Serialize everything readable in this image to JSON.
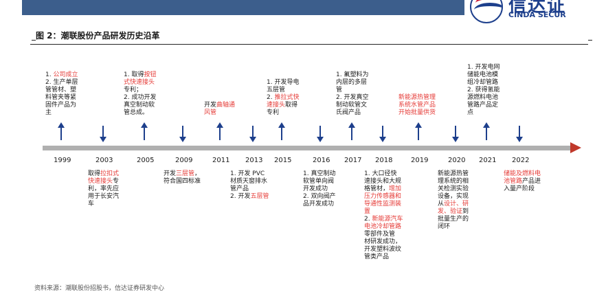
{
  "header": {
    "logo_cn": "信达证",
    "logo_en": "CINDA SECUR"
  },
  "figure": {
    "title": "图 2：潮联股份产品研发历史沿革",
    "source": "资料来源：潮联股份招股书，信达证券研发中心"
  },
  "timeline": {
    "years": [
      "1999",
      "2003",
      "2005",
      "2009",
      "2011",
      "2013",
      "2015",
      "2016",
      "2017",
      "2018",
      "2019",
      "2020",
      "2021",
      "2022"
    ]
  },
  "events_top": [
    {
      "year": "1999",
      "lines": [
        [
          {
            "t": "1. "
          },
          {
            "t": "公司成立",
            "red": true
          }
        ],
        [
          {
            "t": "2. 生产单层"
          }
        ],
        [
          {
            "t": "管管材、塑"
          }
        ],
        [
          {
            "t": "料管夹等紧"
          }
        ],
        [
          {
            "t": "固件产品为"
          }
        ],
        [
          {
            "t": "主"
          }
        ]
      ]
    },
    {
      "year": "2005",
      "lines": [
        [
          {
            "t": "1. 取得"
          },
          {
            "t": "按钮",
            "red": true
          }
        ],
        [
          {
            "t": "式快速接头",
            "red": true
          }
        ],
        [
          {
            "t": "专利；"
          }
        ],
        [
          {
            "t": "2. 成功开发"
          }
        ],
        [
          {
            "t": "真空制动软"
          }
        ],
        [
          {
            "t": "管总成。"
          }
        ]
      ]
    },
    {
      "year": "2011",
      "lines": [
        [
          {
            "t": "开发"
          },
          {
            "t": "曲轴通",
            "red": true
          }
        ],
        [
          {
            "t": "风管",
            "red": true
          }
        ]
      ]
    },
    {
      "year": "2015",
      "lines": [
        [
          {
            "t": "1. 开发导电"
          }
        ],
        [
          {
            "t": "五层管"
          }
        ],
        [
          {
            "t": "2. "
          },
          {
            "t": "推拉式快",
            "red": true
          }
        ],
        [
          {
            "t": "速接头",
            "red": true
          },
          {
            "t": "取得"
          }
        ],
        [
          {
            "t": "专利"
          }
        ]
      ]
    },
    {
      "year": "2017",
      "lines": [
        [
          {
            "t": "1. 氟塑料为"
          }
        ],
        [
          {
            "t": "内层的多层"
          }
        ],
        [
          {
            "t": "管"
          }
        ],
        [
          {
            "t": "2. 开发真空"
          }
        ],
        [
          {
            "t": "制动软管文"
          }
        ],
        [
          {
            "t": "氏阀产品"
          }
        ]
      ]
    },
    {
      "year": "2019",
      "lines": [
        [
          {
            "t": "新能源热管理",
            "red": true
          }
        ],
        [
          {
            "t": "系统水管产品",
            "red": true
          }
        ],
        [
          {
            "t": "开始批量供货",
            "red": true
          }
        ]
      ]
    },
    {
      "year": "2021",
      "lines": [
        [
          {
            "t": "1. 开发电网"
          }
        ],
        [
          {
            "t": "储能电池模"
          }
        ],
        [
          {
            "t": "组冷却管路"
          }
        ],
        [
          {
            "t": "2. 获得氢能"
          }
        ],
        [
          {
            "t": "源燃料电池"
          }
        ],
        [
          {
            "t": "管路产品定"
          }
        ],
        [
          {
            "t": "点"
          }
        ]
      ]
    }
  ],
  "events_bottom": [
    {
      "year": "2003",
      "lines": [
        [
          {
            "t": "取得"
          },
          {
            "t": "拉扣式",
            "red": true
          }
        ],
        [
          {
            "t": "快速接头",
            "red": true
          },
          {
            "t": "专"
          }
        ],
        [
          {
            "t": "利，率先应"
          }
        ],
        [
          {
            "t": "用于长安汽"
          }
        ],
        [
          {
            "t": "车"
          }
        ]
      ]
    },
    {
      "year": "2009",
      "lines": [
        [
          {
            "t": "开发"
          },
          {
            "t": "三层管",
            "red": true
          },
          {
            "t": "，"
          }
        ],
        [
          {
            "t": "符合国四标准"
          }
        ]
      ]
    },
    {
      "year": "2013",
      "lines": [
        [
          {
            "t": "1. 开发 PVC"
          }
        ],
        [
          {
            "t": "材质天窗排水"
          }
        ],
        [
          {
            "t": "管产品"
          }
        ],
        [
          {
            "t": "2. 开发"
          },
          {
            "t": "五层管",
            "red": true
          }
        ]
      ]
    },
    {
      "year": "2016",
      "lines": [
        [
          {
            "t": "1. 真空制动"
          }
        ],
        [
          {
            "t": "软管单向阀"
          }
        ],
        [
          {
            "t": "开发成功"
          }
        ],
        [
          {
            "t": "2. 双向阀产"
          }
        ],
        [
          {
            "t": "品开发成功"
          }
        ]
      ]
    },
    {
      "year": "2018",
      "lines": [
        [
          {
            "t": "1. 大口径快"
          }
        ],
        [
          {
            "t": "速接头和大规"
          }
        ],
        [
          {
            "t": "格管材，"
          },
          {
            "t": "增加",
            "red": true
          }
        ],
        [
          {
            "t": "压力传感器和",
            "red": true
          }
        ],
        [
          {
            "t": "导通性监测装",
            "red": true
          }
        ],
        [
          {
            "t": "置",
            "red": true
          }
        ],
        [
          {
            "t": "2. "
          },
          {
            "t": "新能源汽车",
            "red": true
          }
        ],
        [
          {
            "t": "电池冷却管路",
            "red": true
          }
        ],
        [
          {
            "t": "零部件及管"
          }
        ],
        [
          {
            "t": "材研发成功，"
          }
        ],
        [
          {
            "t": "开发塑料波纹"
          }
        ],
        [
          {
            "t": "管类产品"
          }
        ]
      ]
    },
    {
      "year": "2020",
      "lines": [
        [
          {
            "t": "新能源热管"
          }
        ],
        [
          {
            "t": "理系统的相"
          }
        ],
        [
          {
            "t": "关检测实验"
          }
        ],
        [
          {
            "t": "设备，实现"
          }
        ],
        [
          {
            "t": "从"
          },
          {
            "t": "设计、研",
            "red": true
          }
        ],
        [
          {
            "t": "发、验证",
            "red": true
          },
          {
            "t": "到"
          }
        ],
        [
          {
            "t": "批量生产的"
          }
        ],
        [
          {
            "t": "闭环"
          }
        ]
      ]
    },
    {
      "year": "2022",
      "lines": [
        [
          {
            "t": "储能及燃料电",
            "red": true
          }
        ],
        [
          {
            "t": "池管路",
            "red": true
          },
          {
            "t": "产品进"
          }
        ],
        [
          {
            "t": "入量产阶段"
          }
        ]
      ]
    }
  ]
}
